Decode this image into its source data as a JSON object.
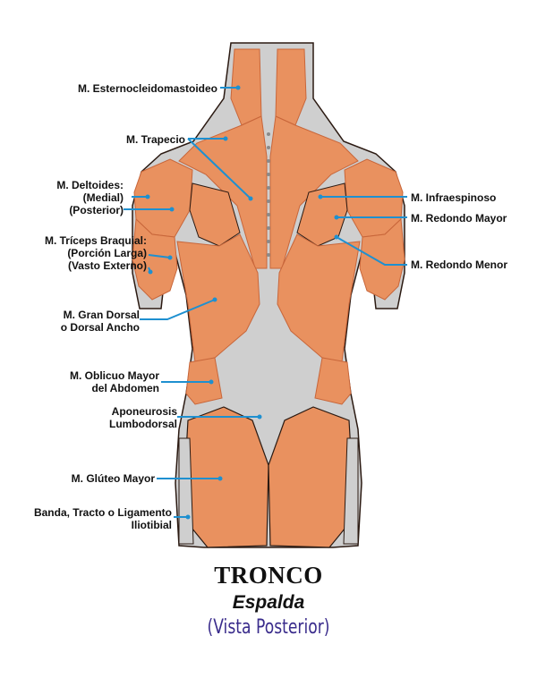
{
  "colors": {
    "muscle": "#e9915f",
    "muscle_dark": "#c8663a",
    "tendon": "#cfcfcf",
    "skin_outline": "#2b1a12",
    "leader_line": "#1e90d0",
    "view_text": "#3a2c8c"
  },
  "labels": {
    "esternocleidomastoideo": [
      "M. Esternocleidomastoideo"
    ],
    "trapecio": [
      "M. Trapecio"
    ],
    "deltoides": [
      "M. Deltoides:",
      "(Medial)",
      "(Posterior)"
    ],
    "triceps": [
      "M. Tríceps Braquial:",
      "(Porción Larga)",
      "(Vasto Externo)"
    ],
    "gran_dorsal": [
      "M. Gran Dorsal",
      "o Dorsal Ancho"
    ],
    "oblicuo": [
      "M. Oblicuo Mayor",
      "del Abdomen"
    ],
    "aponeurosis": [
      "Aponeurosis",
      "Lumbodorsal"
    ],
    "gluteo": [
      "M. Glúteo Mayor"
    ],
    "banda": [
      "Banda, Tracto o Ligamento",
      "Iliotibial"
    ],
    "infraespinoso": [
      "M. Infraespinoso"
    ],
    "redondo_mayor": [
      "M. Redondo Mayor"
    ],
    "redondo_menor": [
      "M. Redondo Menor"
    ]
  },
  "caption": {
    "title": "TRONCO",
    "subtitle": "Espalda",
    "view": "(Vista Posterior)"
  }
}
